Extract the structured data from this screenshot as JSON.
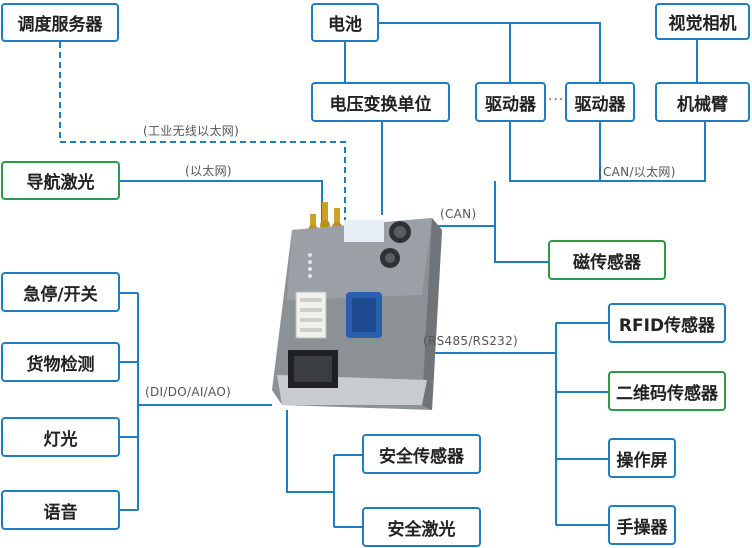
{
  "boxes": {
    "dispatch_server": "调度服务器",
    "battery": "电池",
    "vision_camera": "视觉相机",
    "voltage_unit": "电压变换单位",
    "driver_1": "驱动器",
    "driver_2": "驱动器",
    "robot_arm": "机械臂",
    "nav_laser": "导航激光",
    "magnetic_sensor": "磁传感器",
    "estop_switch": "急停/开关",
    "cargo_detect": "货物检测",
    "light": "灯光",
    "voice": "语音",
    "rfid_sensor": "RFID传感器",
    "qr_sensor": "二维码传感器",
    "touch_screen": "操作屏",
    "handheld": "手操器",
    "safety_sensor": "安全传感器",
    "safety_laser": "安全激光"
  },
  "labels": {
    "industrial_wifi": "(工业无线以太网)",
    "ethernet": "(以太网)",
    "can_ethernet": "(CAN/以太网)",
    "can": "(CAN)",
    "rs485": "(RS485/RS232)",
    "dio": "(DI/DO/AI/AO)",
    "ellipsis": "···"
  },
  "colors": {
    "line": "#1f7dc2",
    "box_border_blue": "#1f7dc2",
    "box_border_green": "#2e9a48",
    "controller_body": "#8c9196",
    "connector_blue": "#2a5fb0"
  }
}
